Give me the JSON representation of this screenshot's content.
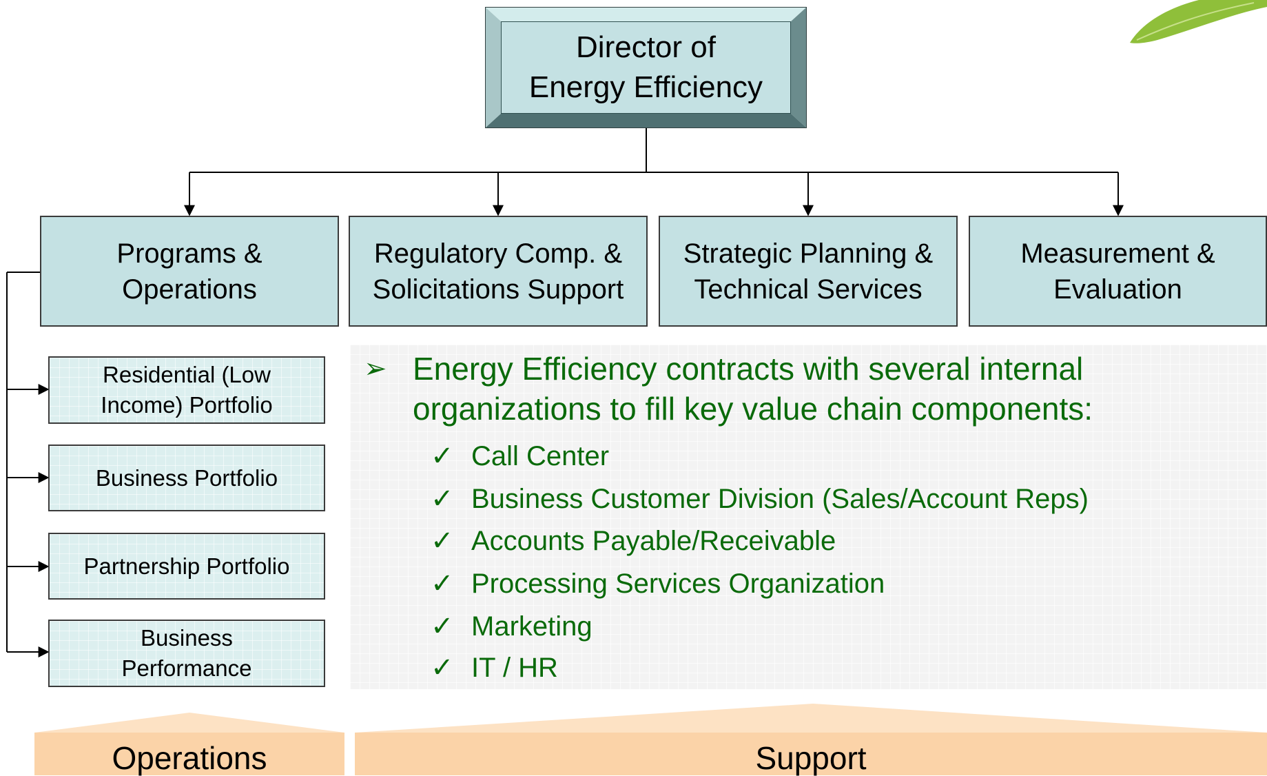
{
  "director": {
    "line1": "Director of",
    "line2": "Energy Efficiency"
  },
  "departments": [
    {
      "line1": "Programs &",
      "line2": "Operations"
    },
    {
      "line1": "Regulatory Comp. &",
      "line2": "Solicitations Support"
    },
    {
      "line1": "Strategic Planning &",
      "line2": "Technical Services"
    },
    {
      "line1": "Measurement &",
      "line2": "Evaluation"
    }
  ],
  "portfolios": [
    {
      "line1": "Residential (Low",
      "line2": "Income) Portfolio"
    },
    {
      "line1": "Business Portfolio",
      "line2": ""
    },
    {
      "line1": "Partnership Portfolio",
      "line2": ""
    },
    {
      "line1": "Business",
      "line2": "Performance"
    }
  ],
  "contracts": {
    "bullet": "➢",
    "headline_line1": "Energy Efficiency contracts with several internal",
    "headline_line2": "organizations to fill key value chain components:",
    "check": "✓",
    "items": [
      "Call Center",
      "Business Customer Division (Sales/Account Reps)",
      "Accounts Payable/Receivable",
      "Processing Services Organization",
      "Marketing",
      "IT / HR"
    ]
  },
  "bands": {
    "operations": "Operations",
    "support": "Support"
  },
  "colors": {
    "box_fill": "#c4e1e3",
    "text_green": "#0a6a0a",
    "band_fill": "#fbd3a8"
  }
}
